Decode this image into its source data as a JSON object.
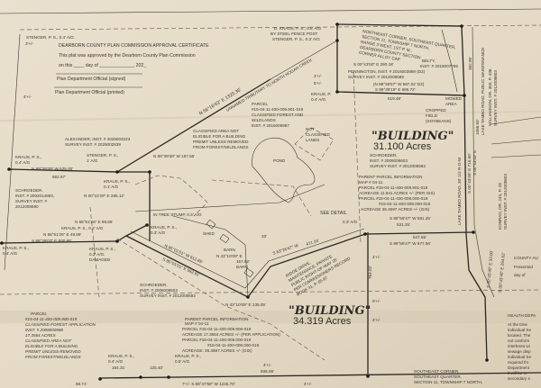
{
  "certificate": {
    "title": "DEARBORN COUNTY PLAN COMMISSION APPROVAL CERTIFICATE",
    "line1": "This plat was approved by the Dearborn County Plan Commission",
    "line2": "on this ____ day of _____________, 202_",
    "signed": "Plan Department Official (signed)",
    "printed": "Plan Department Official (printed)"
  },
  "labels": [
    "STENGER, P. S., 0.4' A/G",
    "3'+/-",
    "4'+/-",
    "D. KRAUS, P. S., 0.6' A/G",
    "BY STEEL FENCE POST",
    "STENGER, P. S., 0.3' A/G",
    "NORTHEAST CORNER, SOUTHEAST QUARTER,",
    "SECTION 11, TOWNSHIP 7 NORTH,",
    "RANGE 3 WEST, 1ST P. M.,",
    "DEARBORN COUNTY SECTION",
    "CORNER ALLOY CAP",
    "BELTY,",
    "INST. # 2016007765",
    "S 00°43'50\" E   290.18'",
    "PENNINGTON, INST. # 2016003889 (D2)",
    "SURVEY INST. # 2012008589",
    "(N 89°59'57\" W 687.02' D2)",
    "S 89°39'19\" E  686.72'",
    "619.48'",
    "2'+/-",
    "5'+/-",
    "KRAUS, P.",
    "0.4' A/G",
    "N 56°16'43\" E   1325.36'",
    "UNNAMED TRIBUTARY TO NORTH HOGAN CREEK",
    "PARCEL",
    "#15-04-11-400-009.901-019",
    "CLASSIFIED FOREST AND",
    "WILDLANDS",
    "INST. # 2015006987",
    "CLASSIFIED AREA NOT",
    "ELIGIBLE FOR A BUILDING",
    "PREMIT UNLESS REMOVED",
    "FROM FOREST/WILDLANDS",
    "NOT",
    "CLASSIFIED",
    "LANDS",
    "POND",
    "ALEXANDER, INST. # 2025003223",
    "SURVEY INST. # 2025002839",
    "KRAUS, P. S.,",
    "0.4' A/G",
    "N 89°39'39\" W   525.00'",
    "682.67'",
    "STENGER, P. S.,",
    "1' A/G",
    "N 89°39'39\" W   157.56'",
    "KRAUS, P. S.,",
    "0.1' A/G",
    "SCHROEDER,",
    "INST. # 2002014893,",
    "SURVEY INST. #",
    "2012008590",
    "N 00°22'29\" E   285.12'",
    "N 58°51'26\" E   98.86'",
    "KRAUS, P. S., 0.2' A/G",
    "N 58°51'26\" E   49.96'",
    "S 89°39'03\" E  500.86'",
    "KRAUS, P. S.,",
    "0.4' A/G",
    "KRAUS, P. S.,",
    "0.2' A/G,",
    "DAMAGED",
    "IN TREE STUMP, 0.3' A/G",
    "KRAUS, P. S.,",
    "0.3' A/G",
    "SHED",
    "BARN",
    "N 43°10'09\" E",
    "167.92'",
    "BARN",
    "33'",
    "N 85°01'01\" W   612.85'",
    "S 85°01'01\" E   682.81'",
    "SCHROEDER,",
    "INST. # 2006008603",
    "SURVEY INST. # 2012008592",
    "N 43°10'09\" E   235.05'",
    "SEE DETAIL",
    "0.3' A/G",
    "S 63°26'47\" W",
    "471.24'",
    "RIDGE DRIVE,",
    "MAINTENANCE, PRIVATE",
    "PUBLIC RIGHT-OF-WAY 35'",
    "PER COMMISSIONERS RECORD",
    "BOOK 31, P. 65-67",
    "CROPPED",
    "FIELD",
    "(SOYBEANS)",
    "MOWED",
    "AREA",
    "SCHROEDER,",
    "INST. # 2006008603",
    "SURVEY INST. # 2012008592",
    "S 89°56'47\" W   581.25'",
    "531.25'",
    "547.55'",
    "S 89°56'47\" W   577.56'",
    "764.02'",
    "4'+/-",
    "6'+/-",
    "4'+/-",
    "KRAUS, P. S.,",
    "0.4' A/G",
    "184.31'",
    "125.40'",
    "KRAUS, P. S.,",
    "0.5' A/G",
    "66.71'",
    "4'+/-",
    "936.08'",
    "7'+/-   S 89°47'59\" W   1245.79'",
    "4'+/-",
    "SOUTHEAST CORNER,",
    "SOUTHEAST QUARTER,",
    "SECTION 11, TOWNSHIP 7 NORTH,",
    "COUNTY AU",
    "Presented",
    "day of",
    "HEALTH DEPA",
    "At the time",
    "individual Se",
    "located. The",
    "not conform",
    "interferes wi",
    "sewage disp",
    "individual Se",
    "required fro",
    "Department",
    "it will be re",
    "secondary s",
    "382.95'",
    "LAKE TAMBO ROAD, PUBLIC MAINTENANCE",
    "1066.50'",
    "WILLIAMSON, DR. 350, P. 436",
    "SURVEY INST. # 2012008603",
    "LAKE TAMBO ROAD, 30' 1/2 R-O-W",
    "S 00°43'40\" E   715.50'",
    "S 00°43'40\" E",
    "KONRAD, DR. 243, P. 28",
    "SURVEY INST. # 2012008603",
    "S 00°43'40\" E   33.00'",
    "S 00°43'40\" E   294.62'"
  ],
  "building_north": {
    "title": "\"BUILDING\"",
    "acres": "31.100 Acres"
  },
  "building_south": {
    "title": "\"BUILDING\"",
    "acres": "34.319 Acres"
  },
  "parent_north": {
    "heading": "PARENT PARCEL INFORMATION",
    "map": "MAP # 04-11",
    "parcel1": "PARCEL #15-04-11-400-009.901-019",
    "acreage1": "ACREAGE 11.841 ACRES +/- (PER GIS)",
    "parcel2": "PARCEL #15-04-11-400-008.000-019",
    "parcel3": "#15-04-11-400-009.000-019",
    "acreage2": "ACREAGE 36.4597 ACRES +/- (GIS)"
  },
  "parent_south": {
    "heading": "PARENT PARCEL INFORMATION",
    "map": "MAP # 04-11",
    "parcel1": "PARCEL #15-04-11-400-009.900-019",
    "acreage1": "ACREAGE 17.3564 ACRES +/- (PER APPLICATION)",
    "parcel2": "PARCEL #15-04-11-400-008.000-019",
    "parcel3": "#15-04-11-400-009.000-019",
    "acreage2": "ACREAGE: 36.4597 ACRES +/- (GIS)"
  },
  "parcel_southwest": {
    "l1": "PARCEL",
    "l2": "#15-04-11-400-009.900-019",
    "l3": "CLASSIFIED FOREST APPLICATION",
    "l4": "INST. # 2008000988",
    "l5": "17.3564 ACRES",
    "l6": "CLASSIFIED AREA NOT",
    "l7": "ELIGIBLE FOR A BUILDING",
    "l8": "PREMIT UNLESS REMOVED",
    "l9": "FROM FOREST/WILDLANDS"
  }
}
